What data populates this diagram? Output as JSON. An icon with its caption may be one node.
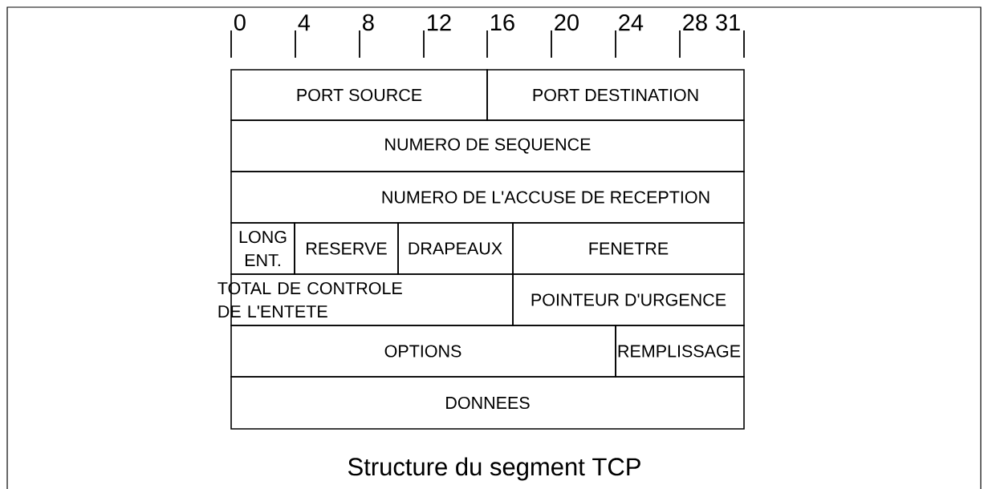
{
  "diagram": {
    "caption": "Structure du segment TCP",
    "nodes": [
      {
        "text": [
          "PORT SOURCE"
        ]
      },
      {
        "text": [
          "PORT DESTINATION"
        ]
      },
      {
        "text": [
          "NUMERO DE SEQUENCE"
        ]
      },
      {
        "text": [
          "NUMERO DE L'ACCUSE DE RECEPTION"
        ]
      },
      {
        "text": [
          "LONG ENT."
        ]
      },
      {
        "text": [
          "RESERVE"
        ]
      },
      {
        "text": [
          "DRAPEAUX"
        ]
      },
      {
        "text": [
          "FENETRE"
        ]
      },
      {
        "text": [
          "TOTAL DE CONTROLE DE L'ENTETE"
        ]
      },
      {
        "text": [
          "POINTEUR D'URGENCE"
        ]
      },
      {
        "text": [
          "OPTIONS"
        ]
      },
      {
        "text": [
          "REMPLISSAGE"
        ]
      },
      {
        "text": [
          "DONNEES"
        ]
      }
    ],
    "labels": [
      "0",
      "4",
      "8",
      "12",
      "16",
      "20",
      "24",
      "28",
      "31"
    ]
  }
}
